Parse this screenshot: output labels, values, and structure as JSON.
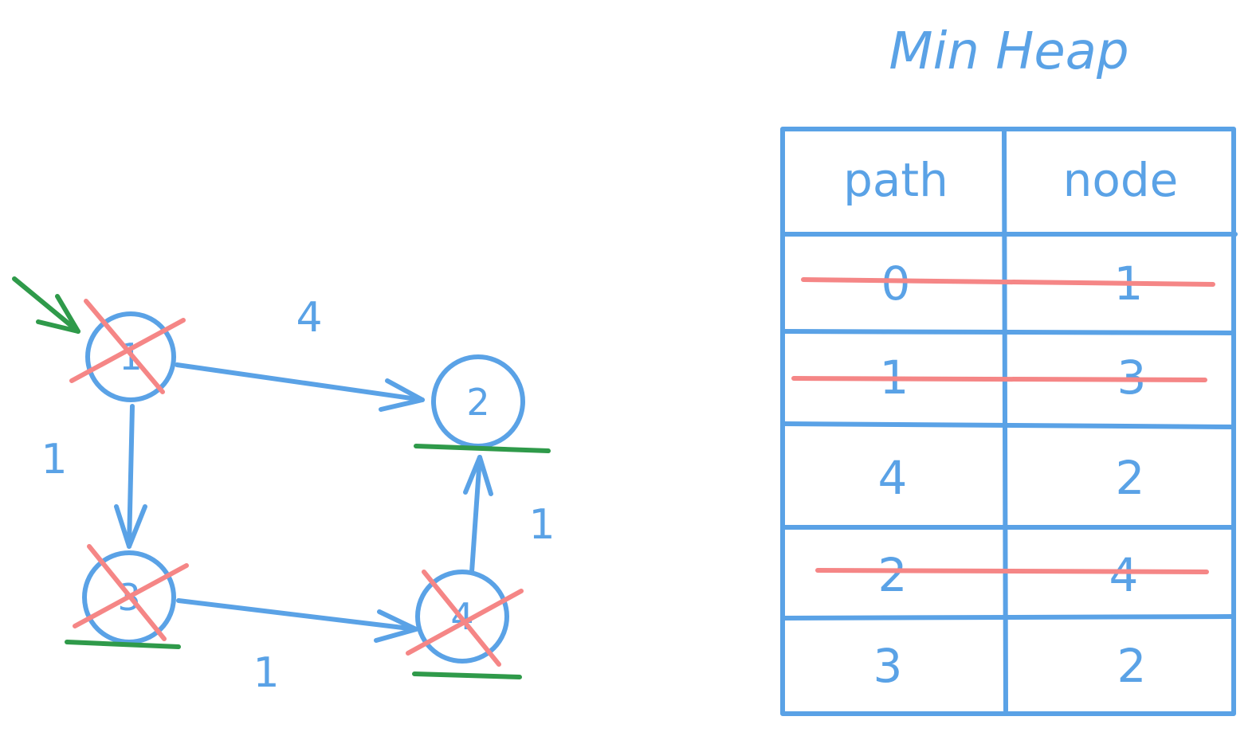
{
  "title": "Min Heap",
  "table": {
    "headers": [
      "path",
      "node"
    ],
    "rows": [
      {
        "path": "0",
        "node": "1",
        "struck": true
      },
      {
        "path": "1",
        "node": "3",
        "struck": true
      },
      {
        "path": "4",
        "node": "2",
        "struck": false
      },
      {
        "path": "2",
        "node": "4",
        "struck": true
      },
      {
        "path": "3",
        "node": "2",
        "struck": false
      }
    ]
  },
  "graph": {
    "nodes": [
      {
        "id": "1",
        "label": "1",
        "crossed": true,
        "underlined": false,
        "start": true
      },
      {
        "id": "2",
        "label": "2",
        "crossed": false,
        "underlined": true,
        "start": false
      },
      {
        "id": "3",
        "label": "3",
        "crossed": true,
        "underlined": true,
        "start": false
      },
      {
        "id": "4",
        "label": "4",
        "crossed": true,
        "underlined": true,
        "start": false
      }
    ],
    "edges": [
      {
        "from": "1",
        "to": "2",
        "weight": "4"
      },
      {
        "from": "1",
        "to": "3",
        "weight": "1"
      },
      {
        "from": "3",
        "to": "4",
        "weight": "1"
      },
      {
        "from": "4",
        "to": "2",
        "weight": "1"
      }
    ]
  },
  "colors": {
    "ink": "#5aa2e6",
    "strike": "#f58686",
    "mark": "#2f9a4a"
  }
}
